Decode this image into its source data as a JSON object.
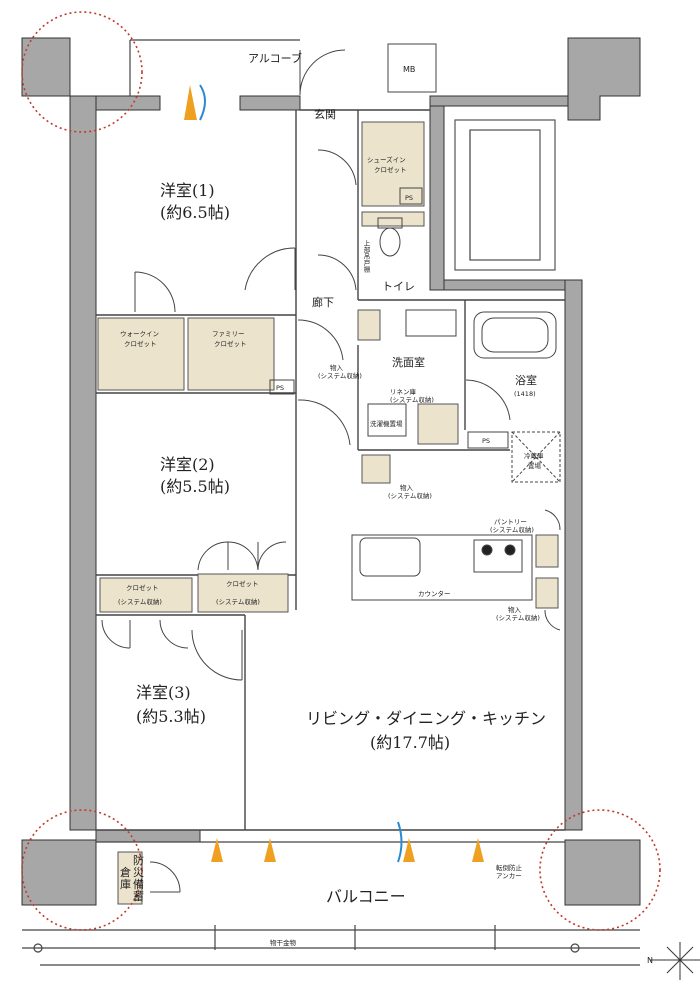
{
  "labels": {
    "alcove": "アルコーブ",
    "mb": "MB",
    "entrance": "玄関",
    "shoes_closet_1": "シューズイン",
    "shoes_closet_2": "クロゼット",
    "ps_shoes": "PS",
    "upper_storage": "上部吊戸棚",
    "toilet": "トイレ",
    "bedroom1_name": "洋室(1)",
    "bedroom1_size": "(約6.5帖)",
    "corridor": "廊下",
    "walkin_1": "ウォークイン",
    "walkin_2": "クロゼット",
    "family_1": "ファミリー",
    "family_2": "クロゼット",
    "ps_family": "PS",
    "storage_a_1": "物入",
    "storage_a_2": "(システム収納)",
    "washroom": "洗面室",
    "linen_1": "リネン庫",
    "linen_2": "(システム収納)",
    "washer": "洗濯機置場",
    "bath_name": "浴室",
    "bath_size": "(1418)",
    "ps_bath": "PS",
    "fridge_1": "冷蔵庫",
    "fridge_2": "置場",
    "bedroom2_name": "洋室(2)",
    "bedroom2_size": "(約5.5帖)",
    "storage_b_1": "物入",
    "storage_b_2": "(システム収納)",
    "pantry_1": "パントリー",
    "pantry_2": "(システム収納)",
    "counter": "カウンター",
    "closet_l_1": "クロゼット",
    "closet_l_2": "(システム収納)",
    "closet_r_1": "クロゼット",
    "closet_r_2": "(システム収納)",
    "storage_c_1": "物入",
    "storage_c_2": "(システム収納)",
    "bedroom3_name": "洋室(3)",
    "bedroom3_size": "(約5.3帖)",
    "ldk_name": "リビング・ダイニング・キッチン",
    "ldk_size": "(約17.7帖)",
    "disaster_1": "防",
    "disaster_2": "災",
    "disaster_3": "備",
    "disaster_4": "蓄",
    "disaster_5": "倉",
    "disaster_6": "庫",
    "anchor_1": "転倒防止",
    "anchor_2": "アンカー",
    "balcony": "バルコニー",
    "clothes_rail": "物干金物",
    "north": "N"
  },
  "colors": {
    "wall": "#a7a7a7",
    "closet_fill": "#ece3cd",
    "circle": "#c0392b",
    "vent_orange": "#f0a020",
    "vent_blue": "#2a8ad0"
  }
}
